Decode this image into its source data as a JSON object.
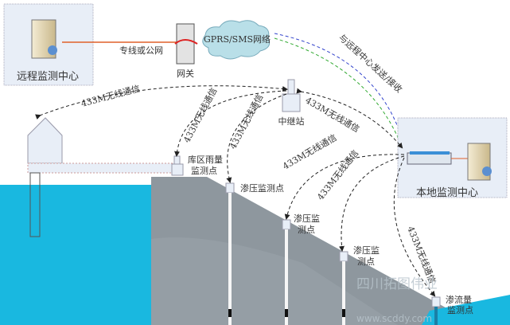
{
  "remote_center": {
    "label": "远程监测中心"
  },
  "link_label": "专线或公网",
  "gateway": {
    "label": "网关"
  },
  "network": {
    "label": "GPRS/SMS网络"
  },
  "uplink_label": "与远程中心发送/接收",
  "relay": {
    "label": "中继站"
  },
  "local_center": {
    "label": "本地监测中心"
  },
  "wireless_label": "433M无线通信",
  "rain_station": {
    "label_line1": "库区雨量",
    "label_line2": "监测点"
  },
  "seepage_points": [
    {
      "line1": "渗压监测点",
      "line2": ""
    },
    {
      "line1": "渗压监",
      "line2": "测点"
    },
    {
      "line1": "渗压监",
      "line2": "测点"
    }
  ],
  "flow_point": {
    "line1": "渗流量",
    "line2": "监测点"
  },
  "watermark": {
    "line1": "四川拓图伟业",
    "line2": "www.scddy.com"
  },
  "colors": {
    "water": "#19b8e0",
    "dam": "#8e979e",
    "panel": "#e8eef7",
    "link": "#e0602a"
  }
}
